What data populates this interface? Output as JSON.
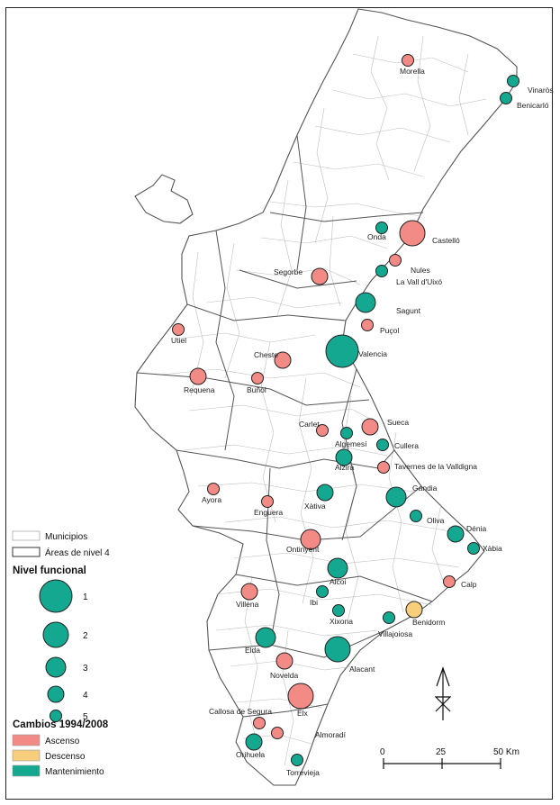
{
  "colors": {
    "ascenso": "#f28b85",
    "descenso": "#f7cf7c",
    "mantenimiento": "#14a890",
    "outline": "#222222",
    "border_fine": "#b9b9b9",
    "border_area": "#555555"
  },
  "legend": {
    "municipios": "Municipios",
    "areas": "Áreas de nivel 4",
    "nivel_title": "Nivel funcional",
    "levels": [
      "1",
      "2",
      "3",
      "4",
      "5"
    ],
    "cambios_title": "Cambios 1994/2008",
    "cambios": [
      {
        "label": "Ascenso",
        "type": "ascenso"
      },
      {
        "label": "Descenso",
        "type": "descenso"
      },
      {
        "label": "Mantenimiento",
        "type": "mantenimiento"
      }
    ]
  },
  "scale": {
    "ticks": [
      "0",
      "25",
      "50 Km"
    ]
  },
  "north_label": "N",
  "cities": [
    {
      "name": "Morella",
      "level": 5,
      "change": "ascenso"
    },
    {
      "name": "Vinaròs",
      "level": 5,
      "change": "mantenimiento"
    },
    {
      "name": "Benicarló",
      "level": 5,
      "change": "mantenimiento"
    },
    {
      "name": "Castelló",
      "level": 2,
      "change": "ascenso"
    },
    {
      "name": "Onda",
      "level": 5,
      "change": "mantenimiento"
    },
    {
      "name": "Nules",
      "level": 5,
      "change": "ascenso"
    },
    {
      "name": "La Vall d'Uixó",
      "level": 5,
      "change": "mantenimiento"
    },
    {
      "name": "Segorbe",
      "level": 4,
      "change": "ascenso"
    },
    {
      "name": "Sagunt",
      "level": 3,
      "change": "mantenimiento"
    },
    {
      "name": "Puçol",
      "level": 5,
      "change": "ascenso"
    },
    {
      "name": "Utiel",
      "level": 5,
      "change": "ascenso"
    },
    {
      "name": "Valencia",
      "level": 1,
      "change": "mantenimiento"
    },
    {
      "name": "Cheste",
      "level": 4,
      "change": "ascenso"
    },
    {
      "name": "Requena",
      "level": 4,
      "change": "ascenso"
    },
    {
      "name": "Buñol",
      "level": 5,
      "change": "ascenso"
    },
    {
      "name": "Carlet",
      "level": 5,
      "change": "ascenso"
    },
    {
      "name": "Sueca",
      "level": 4,
      "change": "ascenso"
    },
    {
      "name": "Algemesí",
      "level": 5,
      "change": "mantenimiento"
    },
    {
      "name": "Cullera",
      "level": 5,
      "change": "mantenimiento"
    },
    {
      "name": "Alzira",
      "level": 4,
      "change": "mantenimiento"
    },
    {
      "name": "Tavernes de la Valldigna",
      "level": 5,
      "change": "ascenso"
    },
    {
      "name": "Gandia",
      "level": 3,
      "change": "mantenimiento"
    },
    {
      "name": "Xàtiva",
      "level": 4,
      "change": "mantenimiento"
    },
    {
      "name": "Ayora",
      "level": 5,
      "change": "ascenso"
    },
    {
      "name": "Enguera",
      "level": 5,
      "change": "ascenso"
    },
    {
      "name": "Oliva",
      "level": 5,
      "change": "mantenimiento"
    },
    {
      "name": "Dénia",
      "level": 4,
      "change": "mantenimiento"
    },
    {
      "name": "Ontinyent",
      "level": 3,
      "change": "ascenso"
    },
    {
      "name": "Xàbia",
      "level": 5,
      "change": "mantenimiento"
    },
    {
      "name": "Alcoi",
      "level": 3,
      "change": "mantenimiento"
    },
    {
      "name": "Calp",
      "level": 5,
      "change": "ascenso"
    },
    {
      "name": "Villena",
      "level": 4,
      "change": "ascenso"
    },
    {
      "name": "Ibi",
      "level": 5,
      "change": "mantenimiento"
    },
    {
      "name": "Benidorm",
      "level": 4,
      "change": "descenso"
    },
    {
      "name": "Xixona",
      "level": 5,
      "change": "mantenimiento"
    },
    {
      "name": "Villajoiosa",
      "level": 5,
      "change": "mantenimiento"
    },
    {
      "name": "Elda",
      "level": 3,
      "change": "mantenimiento"
    },
    {
      "name": "Alacant",
      "level": 2,
      "change": "mantenimiento"
    },
    {
      "name": "Novelda",
      "level": 4,
      "change": "ascenso"
    },
    {
      "name": "Elx",
      "level": 2,
      "change": "ascenso"
    },
    {
      "name": "Callosa de Segura",
      "level": 5,
      "change": "ascenso"
    },
    {
      "name": "Almoradí",
      "level": 5,
      "change": "ascenso"
    },
    {
      "name": "Orihuela",
      "level": 4,
      "change": "mantenimiento"
    },
    {
      "name": "Torrevieja",
      "level": 5,
      "change": "mantenimiento"
    }
  ]
}
